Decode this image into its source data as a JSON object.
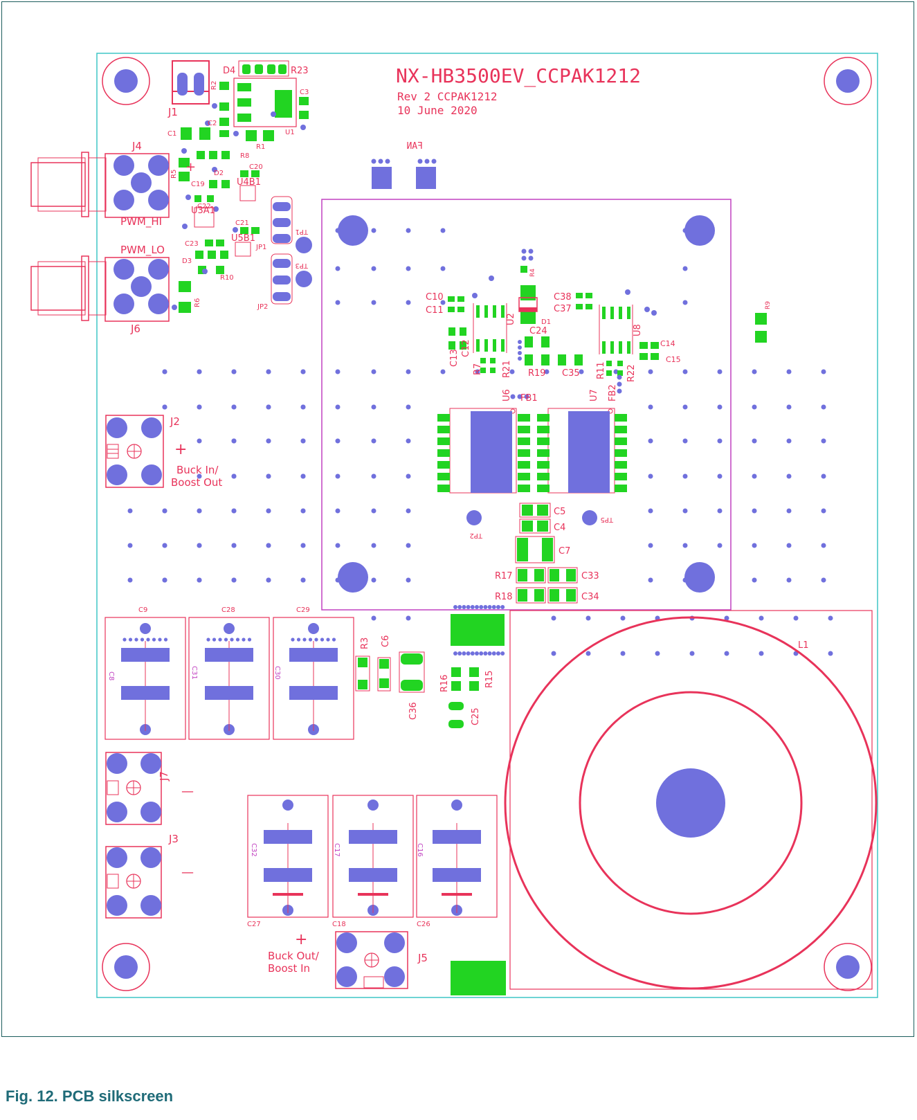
{
  "board": {
    "title": "NX-HB3500EV_CCPAK1212",
    "revision": "Rev 2 CCPAK1212",
    "date": "10 June 2020"
  },
  "caption": "Fig. 12.   PCB silkscreen",
  "connectors": {
    "pwm_hi": "PWM_HI",
    "pwm_lo": "PWM_LO",
    "buck_in_1": "Buck In/",
    "buck_in_2": "Boost Out",
    "buck_out_1": "Buck Out/",
    "buck_out_2": "Boost In",
    "plus": "+",
    "minus": "—",
    "fan": "FAN"
  },
  "designators": {
    "J1": "J1",
    "J2": "J2",
    "J3": "J3",
    "J4": "J4",
    "J5": "J5",
    "J6": "J6",
    "J7": "J7",
    "D1": "D1",
    "D2": "D2",
    "D3": "D3",
    "D4": "D4",
    "R1": "R1",
    "R2": "R2",
    "R3": "R3",
    "R4": "R4",
    "R5": "R5",
    "R6": "R6",
    "R7": "R7",
    "R8": "R8",
    "R9": "R9",
    "R10": "R10",
    "R11": "R11",
    "R15": "R15",
    "R16": "R16",
    "R17": "R17",
    "R18": "R18",
    "R19": "R19",
    "R21": "R21",
    "R22": "R22",
    "R23": "R23",
    "C1": "C1",
    "C2": "C2",
    "C3": "C3",
    "C4": "C4",
    "C5": "C5",
    "C6": "C6",
    "C7": "C7",
    "C8": "C8",
    "C9": "C9",
    "C10": "C10",
    "C11": "C11",
    "C12": "C12",
    "C13": "C13",
    "C14": "C14",
    "C15": "C15",
    "C16": "C16",
    "C17": "C17",
    "C18": "C18",
    "C19": "C19",
    "C20": "C20",
    "C21": "C21",
    "C22": "C22",
    "C23": "C23",
    "C24": "C24",
    "C25": "C25",
    "C26": "C26",
    "C27": "C27",
    "C28": "C28",
    "C29": "C29",
    "C30": "C30",
    "C31": "C31",
    "C32": "C32",
    "C33": "C33",
    "C34": "C34",
    "C35": "C35",
    "C36": "C36",
    "C37": "C37",
    "C38": "C38",
    "U1": "U1",
    "U2": "U2",
    "U3A1": "U3A1",
    "U4B1": "U4B1",
    "U5B1": "U5B1",
    "U6": "U6",
    "U7": "U7",
    "U8": "U8",
    "FB1": "FB1",
    "FB2": "FB2",
    "JP1": "JP1",
    "JP2": "JP2",
    "TP1": "TP1",
    "TP2": "TP2",
    "TP3": "TP3",
    "TP5": "TP5",
    "L1": "L1"
  },
  "colors": {
    "silkscreen": "#e8335a",
    "board_outline": "#3ec6c6",
    "pad_copper": "#22d422",
    "via_hole": "#7070dd",
    "heatsink_outline": "#c040c0",
    "caption": "#1f6b78"
  }
}
